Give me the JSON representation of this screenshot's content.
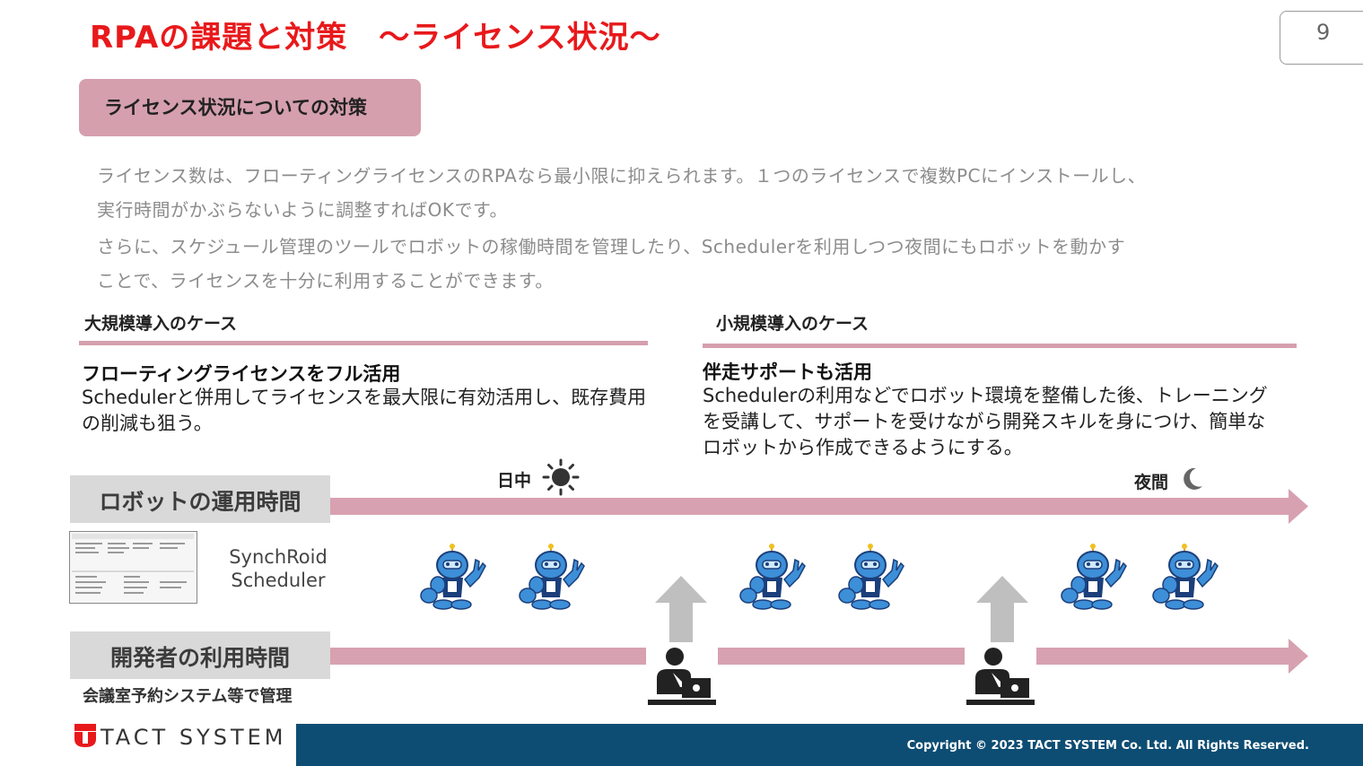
{
  "header": {
    "title": "RPAの課題と対策　～ライセンス状況～",
    "page_number": "9"
  },
  "subheading": "ライセンス状況についての対策",
  "paragraphs": [
    "ライセンス数は、フローティングライセンスのRPAなら最小限に抑えられます。１つのライセンスで複数PCにインストールし、\n実行時間がかぶらないように調整すればOKです。",
    "さらに、スケジュール管理のツールでロボットの稼働時間を管理したり、Schedulerを利用しつつ夜間にもロボットを動かす\nことで、ライセンスを十分に利用することができます。"
  ],
  "cases": {
    "large": {
      "title": "大規模導入のケース",
      "heading": "フローティングライセンスをフル活用",
      "body": "Schedulerと併用してライセンスを最大限に有効活用し、既存費用の削減も狙う。"
    },
    "small": {
      "title": "小規模導入のケース",
      "heading": "伴走サポートも活用",
      "body": "Schedulerの利用などでロボット環境を整備した後、トレーニングを受講して、サポートを受けながら開発スキルを身につけ、簡単なロボットから作成できるようにする。"
    }
  },
  "timeline": {
    "robot_label": "ロボットの運用時間",
    "developer_label": "開発者の利用時間",
    "day_label": "日中",
    "night_label": "夜間",
    "scheduler_name": "SynchRoid\nScheduler",
    "developer_note": "会議室予約システム等で管理"
  },
  "icons": {
    "day": "sun-icon",
    "night": "moon-icon",
    "robot": "robot-mascot-icon",
    "developer": "person-at-laptop-icon",
    "up_arrow": "up-arrow-icon"
  },
  "colors": {
    "title": "#e8191b",
    "accent_pink": "#d59fae",
    "arrow_pink": "#d7a1b1",
    "footer": "#0e4d73",
    "label_gray": "#d9d9d9"
  },
  "footer": {
    "logo_text": "TACT SYSTEM",
    "copyright": "Copyright © 2023 TACT SYSTEM Co. Ltd. All Rights Reserved."
  }
}
